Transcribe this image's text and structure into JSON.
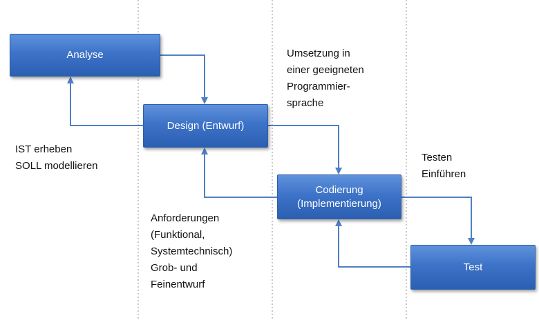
{
  "phases": {
    "analyse": "Analyse",
    "design": "Design (Entwurf)",
    "codierung_line1": "Codierung",
    "codierung_line2": "(Implementierung)",
    "test": "Test"
  },
  "notes": {
    "ist": [
      "IST erheben",
      "SOLL modellieren"
    ],
    "umsetzung": [
      "Umsetzung in",
      "einer geeigneten",
      "Programmier-",
      "sprache"
    ],
    "anforderungen": [
      "Anforderungen",
      "(Funktional,",
      "Systemtechnisch)",
      "Grob- und",
      "Feinentwurf"
    ],
    "testen": [
      "Testen",
      "Einführen"
    ]
  },
  "colors": {
    "box_fill": "#3d73c8",
    "arrow": "#4f7fc4",
    "separator": "#c8c8c8",
    "text": "#111111",
    "box_text": "#ffffff"
  }
}
